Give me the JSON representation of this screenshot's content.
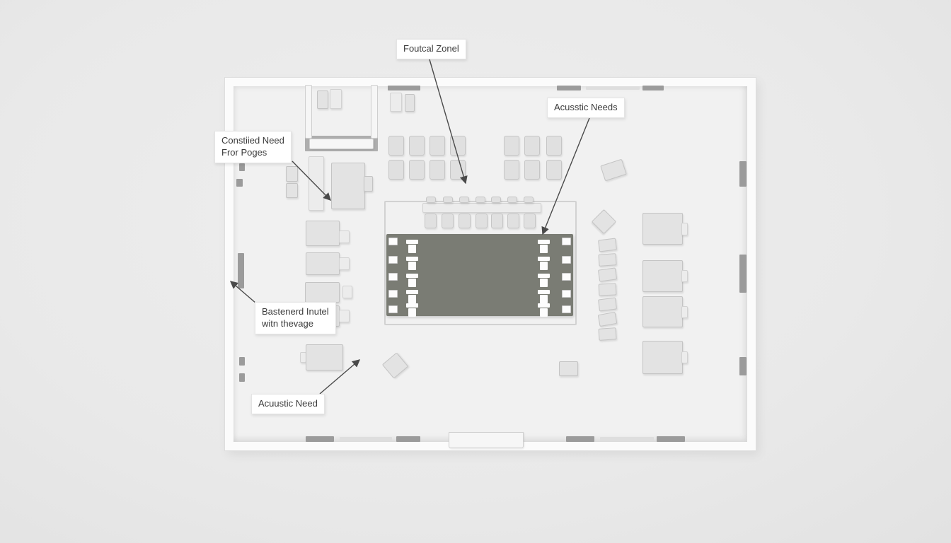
{
  "diagram": {
    "type": "floor-plan-annotation",
    "annotations": {
      "focal_zone": {
        "text": "Foutcal Zonel"
      },
      "acoustic_needs": {
        "text": "Acusstic Needs"
      },
      "consolidated": {
        "line1": "Constiied Need",
        "line2": "Fror Poges"
      },
      "bastioned": {
        "line1": "Bastenerd Inutel",
        "line2": "witn thevage"
      },
      "acoustic_need": {
        "text": "Acuustic Need"
      }
    }
  },
  "palette": {
    "background": "#e9e9e9",
    "floor": "#f1f1f1",
    "wall": "#fbfbfb",
    "furniture": "#e3e3e3",
    "wall_accent": "#9b9b9b",
    "stage": "#7a7c74",
    "label_text": "#3b3b3b",
    "arrow": "#4a4a4a"
  }
}
